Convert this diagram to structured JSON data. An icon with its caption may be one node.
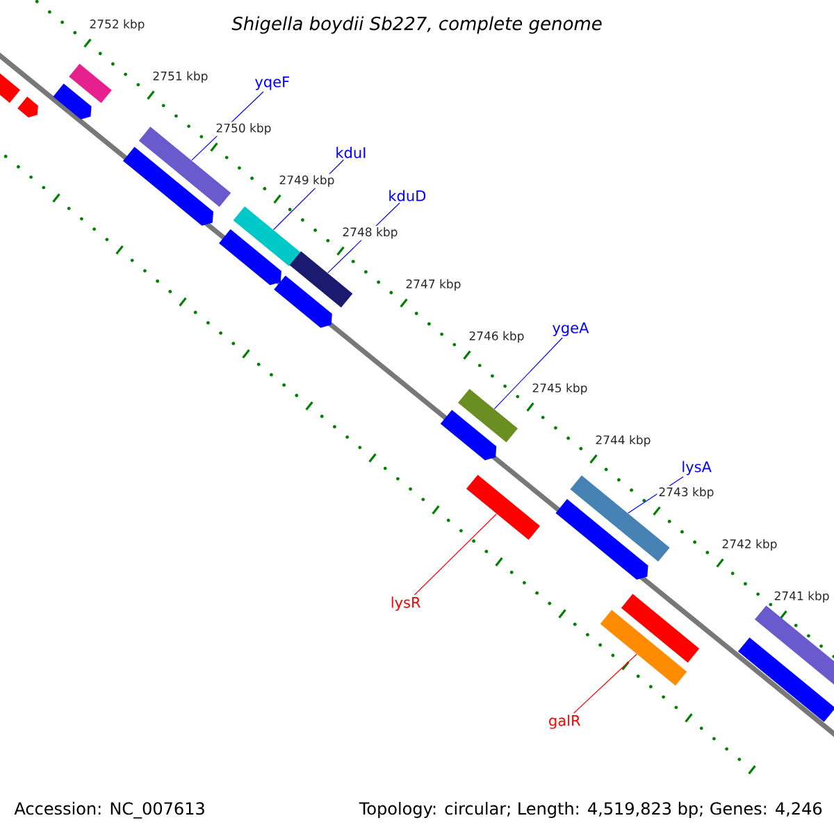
{
  "diagram": {
    "title": "Shigella boydii Sb227, complete genome",
    "nodes": [
      {
        "text": [
          "yqeF"
        ]
      },
      {
        "text": [
          "kduI"
        ]
      },
      {
        "text": [
          "kduD"
        ]
      },
      {
        "text": [
          "ygeA"
        ]
      },
      {
        "text": [
          "lysA"
        ]
      },
      {
        "text": [
          "lysR"
        ]
      },
      {
        "text": [
          "galR"
        ]
      },
      {
        "text": [],
        "shape": "box"
      },
      {
        "text": [],
        "shape": "bar"
      },
      {
        "text": [],
        "shape": "bar"
      },
      {
        "text": [],
        "shape": "box"
      },
      {
        "text": [],
        "shape": "bar"
      },
      {
        "text": [],
        "shape": "box"
      },
      {
        "text": [],
        "shape": "bar"
      },
      {
        "text": [],
        "shape": "box"
      },
      {
        "text": [],
        "shape": "bar"
      },
      {
        "text": [],
        "shape": "box"
      },
      {
        "text": [],
        "shape": "bar"
      },
      {
        "text": [],
        "shape": "box"
      },
      {
        "text": [],
        "shape": "box"
      },
      {
        "text": [],
        "shape": "bar"
      },
      {
        "text": [],
        "shape": "box"
      },
      {
        "text": [],
        "shape": "box"
      },
      {
        "text": [],
        "shape": "box"
      },
      {
        "text": [],
        "shape": "box"
      },
      {
        "text": [],
        "shape": "box"
      }
    ],
    "edges": [
      {
        "from": 0,
        "to": 12,
        "arrow": "none"
      },
      {
        "from": 1,
        "to": 14,
        "arrow": "none"
      },
      {
        "from": 2,
        "to": 16,
        "arrow": "none"
      },
      {
        "from": 3,
        "to": 18,
        "arrow": "none"
      },
      {
        "from": 4,
        "to": 21,
        "arrow": "none"
      },
      {
        "from": 5,
        "to": 19,
        "arrow": "none",
        "color": "#ff0000"
      },
      {
        "from": 6,
        "to": 22,
        "arrow": "none",
        "color": "#ff0000"
      }
    ],
    "labels": [
      "2752 kbp",
      "2751 kbp",
      "2750 kbp",
      "2749 kbp",
      "2748 kbp",
      "2747 kbp",
      "2746 kbp",
      "2745 kbp",
      "2744 kbp",
      "2743 kbp",
      "2742 kbp",
      "2741 kbp",
      "Accession: NC_007613",
      "Topology: circular; Length: 4,519,823 bp; Genes: 4,246"
    ]
  }
}
